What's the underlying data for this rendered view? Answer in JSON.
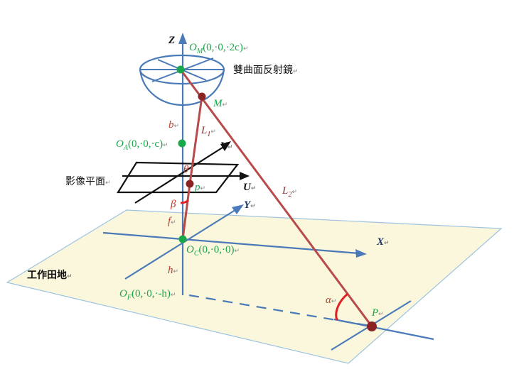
{
  "colors": {
    "axis_blue": "#4a7ab8",
    "ground_fill": "#fbf7dd",
    "ground_edge": "#9cc3e0",
    "ray_red": "#b84a4a",
    "point_dark": "#8b2323",
    "point_green": "#1aa64a",
    "label_green": "#1aa64a",
    "label_red": "#c0392b"
  },
  "labels": {
    "axis_z": "Z",
    "axis_x": "X",
    "axis_y": "Y",
    "axis_u": "U",
    "axis_v": "V",
    "om_name": "O",
    "om_sub": "M",
    "om_coords": "(0,·0,·2c)",
    "oa_name": "O",
    "oa_sub": "A",
    "oa_coords": "(0,·0,·c)",
    "oc_name": "O",
    "oc_sub": "C",
    "oc_coords": "(0,·0,·0)",
    "of_name": "O",
    "of_sub": "F",
    "of_coords": "(0,·0,·-h)",
    "mirror": "雙曲面反射鏡",
    "image_plane": "影像平面",
    "work_field": "工作田地",
    "point_m": "M",
    "point_p_small": "p",
    "point_p_big": "P",
    "l1": "L",
    "l1_sub": "1",
    "l2": "L",
    "l2_sub": "2",
    "b": "b",
    "f": "f",
    "h": "h",
    "theta": "θ",
    "beta": "β",
    "alpha": "α",
    "return_mark": "↵"
  }
}
